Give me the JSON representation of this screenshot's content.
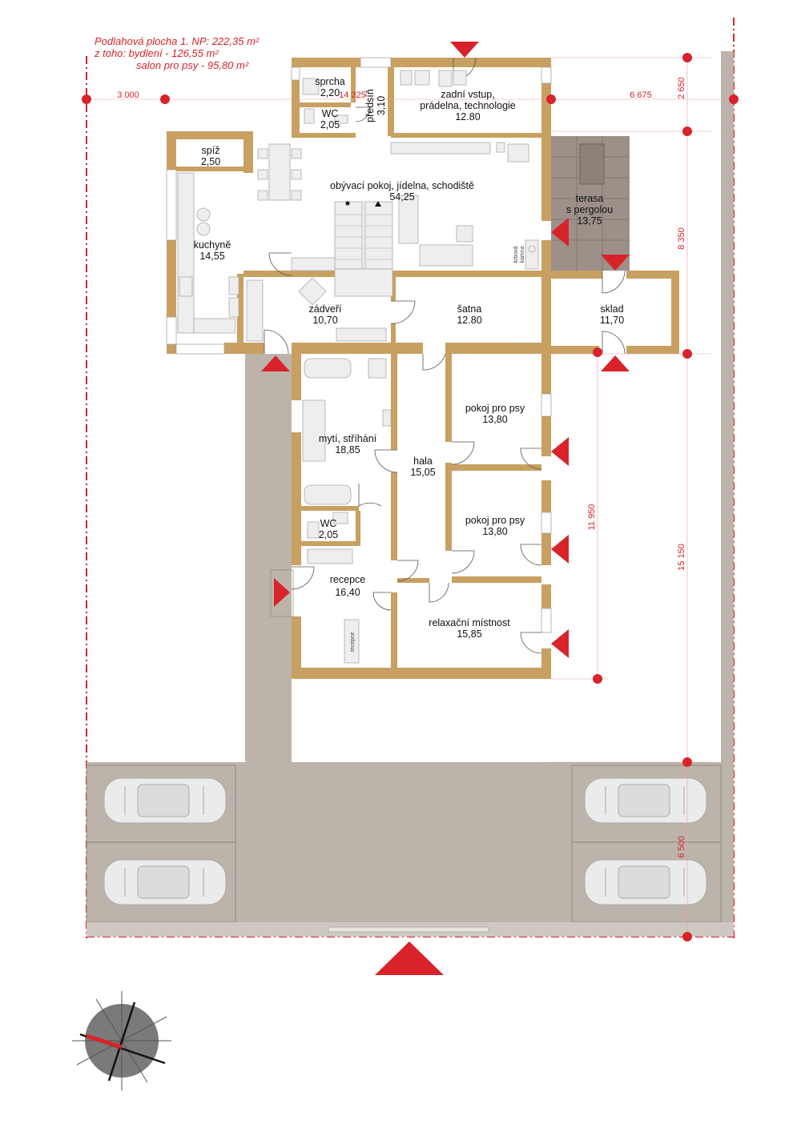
{
  "header": {
    "line1": "Podlahová plocha 1. NP: 222,35 m²",
    "line2": "z toho: bydlení - 126,55 m²",
    "line3": "salon pro psy - 95,80 m²"
  },
  "rooms": {
    "sprcha": {
      "name": "sprcha",
      "area": "2,20"
    },
    "wc_top": {
      "name": "WC",
      "area": "2,05"
    },
    "predsin": {
      "name": "předsíň",
      "area": "3,10"
    },
    "zadni": {
      "name1": "zadní vstup,",
      "name2": "prádelna, technologie",
      "area": "12.80"
    },
    "spiz": {
      "name": "spíž",
      "area": "2,50"
    },
    "obyvaci": {
      "name": "obývací pokoj, jídelna, schodiště",
      "area": "54,25"
    },
    "terasa": {
      "name1": "terasa",
      "name2": "s pergolou",
      "area": "13,75"
    },
    "kuchyne": {
      "name": "kuchyně",
      "area": "14,55"
    },
    "zadveri": {
      "name": "zádveří",
      "area": "10,70"
    },
    "satna": {
      "name": "šatna",
      "area": "12.80"
    },
    "sklad": {
      "name": "sklad",
      "area": "11,70"
    },
    "myti": {
      "name": "mytí, stříhání",
      "area": "18,85"
    },
    "hala": {
      "name": "hala",
      "area": "15,05"
    },
    "pokoj1": {
      "name": "pokoj pro psy",
      "area": "13,80"
    },
    "pokoj2": {
      "name": "pokoj pro psy",
      "area": "13,80"
    },
    "wc_bottom": {
      "name": "WC",
      "area": "2,05"
    },
    "recepce": {
      "name": "recepce",
      "area": "16,40"
    },
    "relax": {
      "name": "relaxační místnost",
      "area": "15,85"
    }
  },
  "labels": {
    "krbova": "krbová",
    "kamna": "kamna",
    "recepce_desk": "recepce"
  },
  "dimensions": {
    "d3000": "3 000",
    "d14325": "14 325",
    "d6675": "6 675",
    "d2650": "2 650",
    "d8350": "8 350",
    "d11950": "11 950",
    "d15150": "15 150",
    "d6500": "6 500"
  },
  "colors": {
    "wall": "#c8a062",
    "accent": "#d8232a",
    "paving": "#bcb4aa",
    "terrace": "#9c9088",
    "compass": "#7a7a7a"
  }
}
